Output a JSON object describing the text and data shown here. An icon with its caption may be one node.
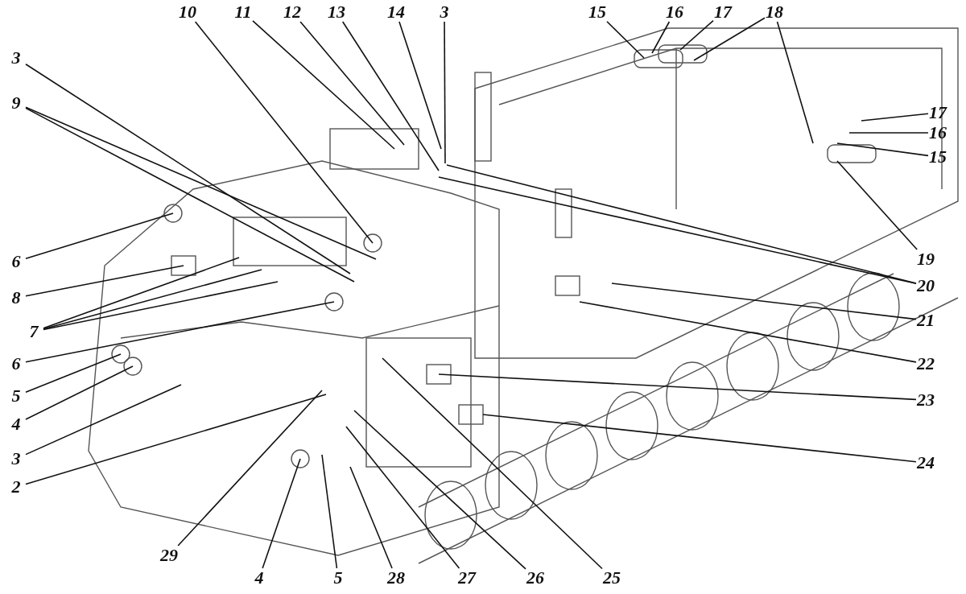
{
  "diagram": {
    "nodes": [
      {
        "text": [
          "10"
        ]
      },
      {
        "text": [
          "11"
        ]
      },
      {
        "text": [
          "12"
        ]
      },
      {
        "text": [
          "13"
        ]
      },
      {
        "text": [
          "14"
        ]
      },
      {
        "text": [
          "3"
        ]
      },
      {
        "text": [
          "15"
        ]
      },
      {
        "text": [
          "16"
        ]
      },
      {
        "text": [
          "17"
        ]
      },
      {
        "text": [
          "18"
        ]
      },
      {
        "text": [
          "3"
        ]
      },
      {
        "text": [
          "9"
        ]
      },
      {
        "text": [
          "6"
        ]
      },
      {
        "text": [
          "8"
        ]
      },
      {
        "text": [
          "7"
        ]
      },
      {
        "text": [
          "6"
        ]
      },
      {
        "text": [
          "5"
        ]
      },
      {
        "text": [
          "4"
        ]
      },
      {
        "text": [
          "3"
        ]
      },
      {
        "text": [
          "2"
        ]
      },
      {
        "text": [
          "17"
        ]
      },
      {
        "text": [
          "16"
        ]
      },
      {
        "text": [
          "15"
        ]
      },
      {
        "text": [
          "19"
        ]
      },
      {
        "text": [
          "20"
        ]
      },
      {
        "text": [
          "21"
        ]
      },
      {
        "text": [
          "22"
        ]
      },
      {
        "text": [
          "23"
        ]
      },
      {
        "text": [
          "24"
        ]
      },
      {
        "text": [
          "29"
        ]
      },
      {
        "text": [
          "4"
        ]
      },
      {
        "text": [
          "5"
        ]
      },
      {
        "text": [
          "28"
        ]
      },
      {
        "text": [
          "27"
        ]
      },
      {
        "text": [
          "26"
        ]
      },
      {
        "text": [
          "25"
        ]
      }
    ],
    "edges": [
      {
        "from": 0,
        "to": null,
        "arrow": "none"
      },
      {
        "from": 1,
        "to": null,
        "arrow": "none"
      },
      {
        "from": 2,
        "to": null,
        "arrow": "none"
      },
      {
        "from": 3,
        "to": null,
        "arrow": "none"
      },
      {
        "from": 4,
        "to": null,
        "arrow": "none"
      },
      {
        "from": 5,
        "to": null,
        "arrow": "none"
      },
      {
        "from": 6,
        "to": null,
        "arrow": "none"
      },
      {
        "from": 7,
        "to": null,
        "arrow": "none"
      },
      {
        "from": 8,
        "to": null,
        "arrow": "none"
      },
      {
        "from": 9,
        "to": null,
        "arrow": "none"
      },
      {
        "from": 9,
        "to": null,
        "arrow": "none"
      },
      {
        "from": 10,
        "to": null,
        "arrow": "none"
      },
      {
        "from": 11,
        "to": null,
        "arrow": "none"
      },
      {
        "from": 11,
        "to": null,
        "arrow": "none"
      },
      {
        "from": 12,
        "to": null,
        "arrow": "none"
      },
      {
        "from": 13,
        "to": null,
        "arrow": "none"
      },
      {
        "from": 14,
        "to": null,
        "arrow": "none"
      },
      {
        "from": 14,
        "to": null,
        "arrow": "none"
      },
      {
        "from": 14,
        "to": null,
        "arrow": "none"
      },
      {
        "from": 15,
        "to": null,
        "arrow": "none"
      },
      {
        "from": 16,
        "to": null,
        "arrow": "none"
      },
      {
        "from": 17,
        "to": null,
        "arrow": "none"
      },
      {
        "from": 18,
        "to": null,
        "arrow": "none"
      },
      {
        "from": 19,
        "to": null,
        "arrow": "none"
      },
      {
        "from": 20,
        "to": null,
        "arrow": "none"
      },
      {
        "from": 21,
        "to": null,
        "arrow": "none"
      },
      {
        "from": 22,
        "to": null,
        "arrow": "none"
      },
      {
        "from": 23,
        "to": null,
        "arrow": "none"
      },
      {
        "from": 24,
        "to": null,
        "arrow": "none"
      },
      {
        "from": 24,
        "to": null,
        "arrow": "none"
      },
      {
        "from": 25,
        "to": null,
        "arrow": "none"
      },
      {
        "from": 26,
        "to": null,
        "arrow": "none"
      },
      {
        "from": 27,
        "to": null,
        "arrow": "none"
      },
      {
        "from": 28,
        "to": null,
        "arrow": "none"
      },
      {
        "from": 29,
        "to": null,
        "arrow": "none"
      },
      {
        "from": 30,
        "to": null,
        "arrow": "none"
      },
      {
        "from": 31,
        "to": null,
        "arrow": "none"
      },
      {
        "from": 32,
        "to": null,
        "arrow": "none"
      },
      {
        "from": 33,
        "to": null,
        "arrow": "none"
      },
      {
        "from": 34,
        "to": null,
        "arrow": "none"
      },
      {
        "from": 35,
        "to": null,
        "arrow": "none"
      }
    ]
  }
}
